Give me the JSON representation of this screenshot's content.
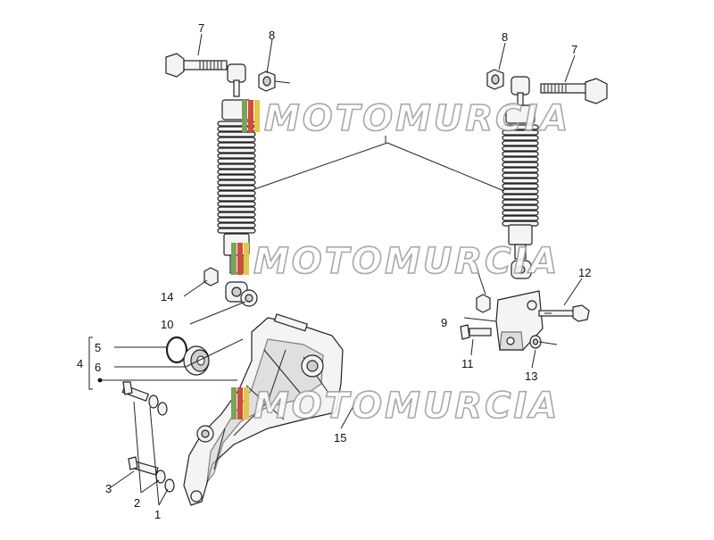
{
  "diagram": {
    "callouts": {
      "c1": "1",
      "c2": "2",
      "c3": "3",
      "c4": "4",
      "c5": "5",
      "c6": "6",
      "c7_left": "7",
      "c7_right": "7",
      "c8_left": "8",
      "c8_right": "8",
      "c9": "9",
      "c10": "10",
      "c11": "11",
      "c12": "12",
      "c13": "13",
      "c14": "14",
      "c15": "15"
    },
    "watermark": "MOTOMURCIA"
  }
}
